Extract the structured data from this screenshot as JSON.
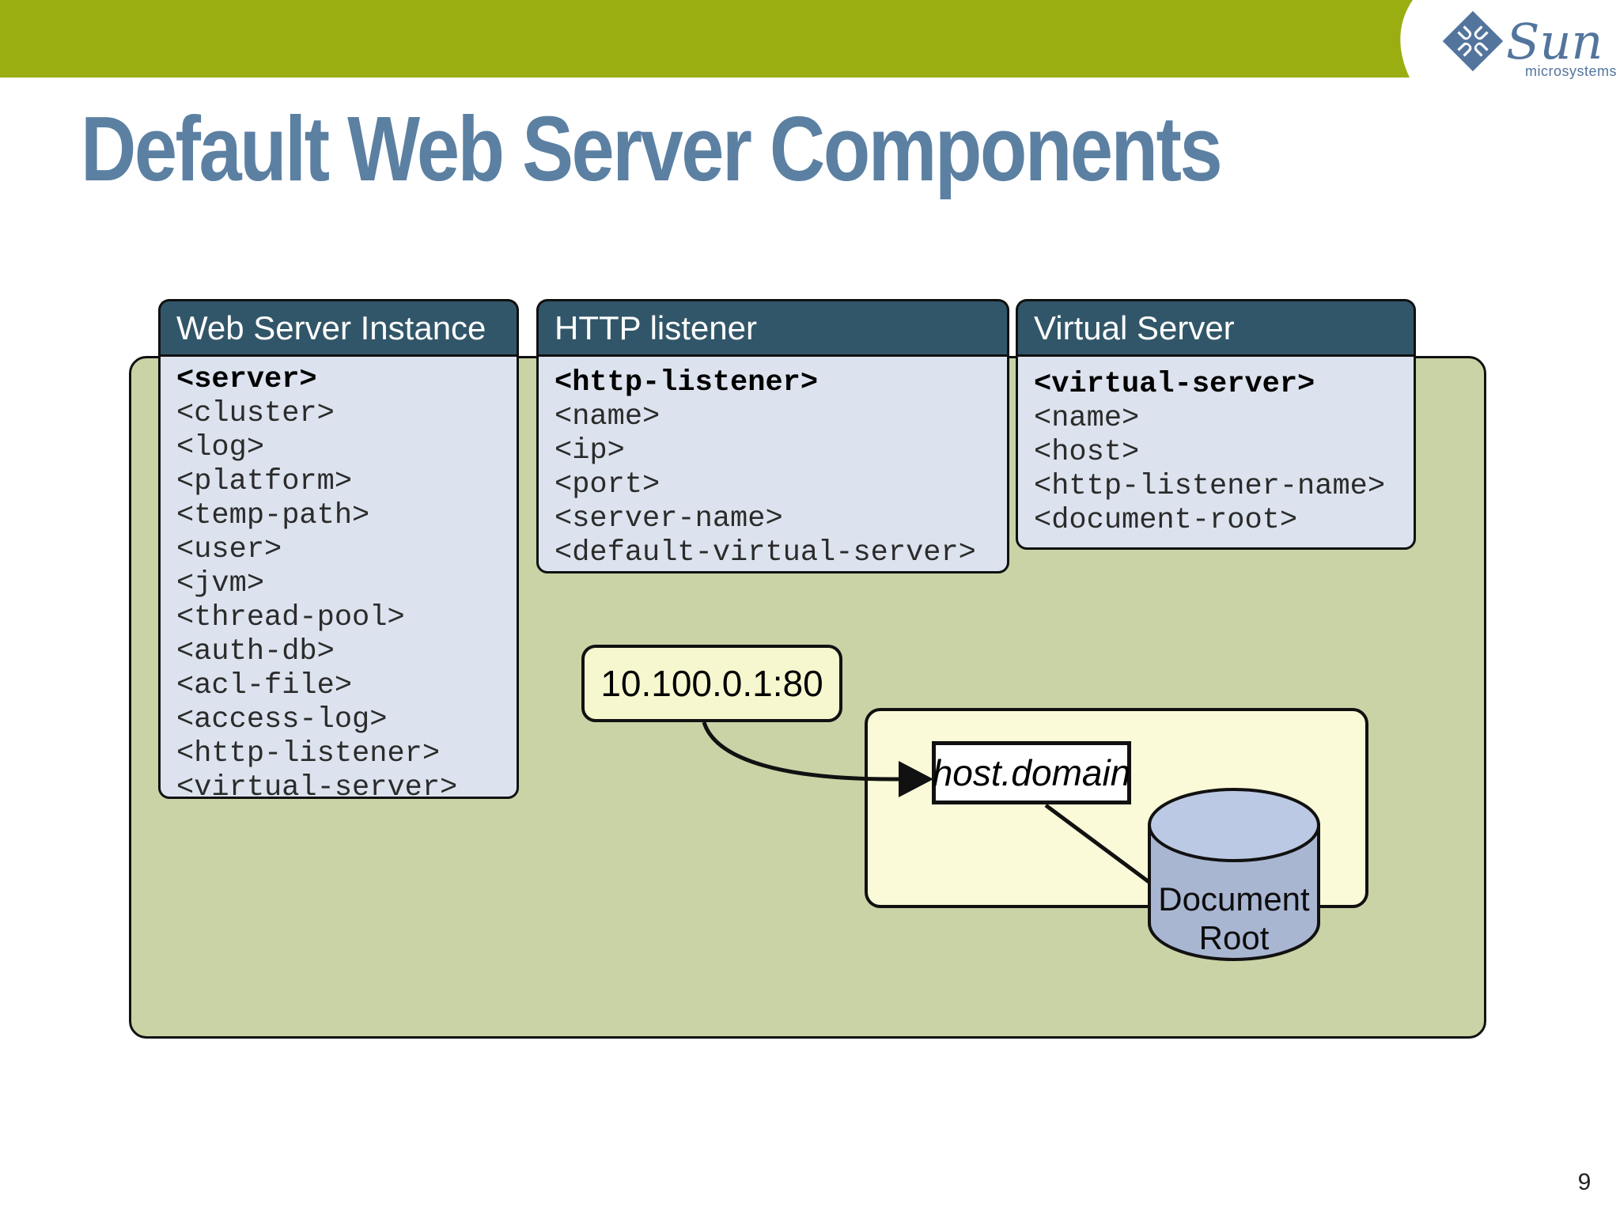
{
  "slide": {
    "title": "Default Web Server Components",
    "page_number": "9"
  },
  "logo": {
    "name": "Sun",
    "subtitle": "microsystems"
  },
  "diagram": {
    "panels": [
      {
        "title": "Web Server Instance",
        "lines": [
          "<server>",
          "<cluster>",
          "<log>",
          "<platform>",
          "<temp-path>",
          "<user>",
          "<jvm>",
          "<thread-pool>",
          "<auth-db>",
          "<acl-file>",
          "<access-log>",
          "<http-listener>",
          "<virtual-server>"
        ]
      },
      {
        "title": "HTTP listener",
        "lines": [
          "<http-listener>",
          "<name>",
          "<ip>",
          "<port>",
          "<server-name>",
          "<default-virtual-server>"
        ]
      },
      {
        "title": "Virtual Server",
        "lines": [
          "<virtual-server>",
          "<name>",
          "<host>",
          "<http-listener-name>",
          "<document-root>"
        ]
      }
    ],
    "ip_box": "10.100.0.1:80",
    "host_box": "host.domain",
    "document_root": {
      "line1": "Document",
      "line2": "Root"
    }
  },
  "colors": {
    "top_bar_green": "#9aae12",
    "title_blue": "#5b80a2",
    "panel_header_teal": "#325669",
    "panel_body_blue": "#dce3ee",
    "outer_sage_green": "#c9d3a6",
    "ip_box_yellow": "#f7f7cf",
    "vs_area_yellow": "#fafad8",
    "cylinder_blue": "#a9b6d2",
    "logo_blue": "#53759d"
  }
}
